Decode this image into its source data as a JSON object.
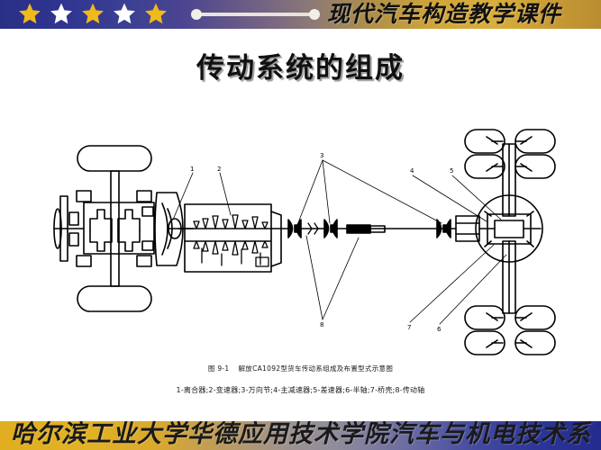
{
  "top_banner": {
    "title": "现代汽车构造教学课件",
    "stars": [
      {
        "name": "star-1",
        "color": "#f0b91c"
      },
      {
        "name": "star-2",
        "color": "#ffffff"
      },
      {
        "name": "star-3",
        "color": "#f0b91c"
      },
      {
        "name": "star-4",
        "color": "#ffffff"
      },
      {
        "name": "star-5",
        "color": "#f0b91c"
      }
    ],
    "gradient_from": "#2a2f86",
    "gradient_to": "#b98d30"
  },
  "slide": {
    "title": "传动系统的组成"
  },
  "figure": {
    "caption_number": "图 9-1",
    "caption_text": "解放CA1092型货车传动系组成及布置型式示意图",
    "legend": "1-离合器;2-变速器;3-万向节;4-主减速器;5-差速器;6-半轴;7-桥壳;8-传动轴",
    "callouts": [
      {
        "id": "1",
        "label": "1",
        "part": "离合器"
      },
      {
        "id": "2",
        "label": "2",
        "part": "变速器"
      },
      {
        "id": "3",
        "label": "3",
        "part": "万向节"
      },
      {
        "id": "4",
        "label": "4",
        "part": "主减速器"
      },
      {
        "id": "5",
        "label": "5",
        "part": "差速器"
      },
      {
        "id": "6",
        "label": "6",
        "part": "半轴"
      },
      {
        "id": "7",
        "label": "7",
        "part": "桥壳"
      },
      {
        "id": "8",
        "label": "8",
        "part": "传动轴"
      }
    ],
    "line_color": "#000000"
  },
  "bottom_banner": {
    "text": "哈尔滨工业大学华德应用技术学院汽车与机电技术系",
    "gradient_from": "#e0ae1f",
    "gradient_to": "#232c8e"
  }
}
